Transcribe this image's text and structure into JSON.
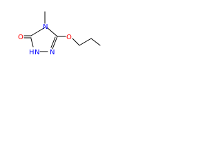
{
  "molecule": {
    "atoms": [
      {
        "label": "O"
      },
      {
        "label": "N"
      },
      {
        "label": "N"
      },
      {
        "label": "O"
      },
      {
        "label": "N"
      },
      {
        "label": "H"
      }
    ]
  },
  "colors": {
    "oxygen": "#ff0000",
    "nitrogen": "#0000ff",
    "bond": "#000000",
    "background": "#ffffff"
  }
}
